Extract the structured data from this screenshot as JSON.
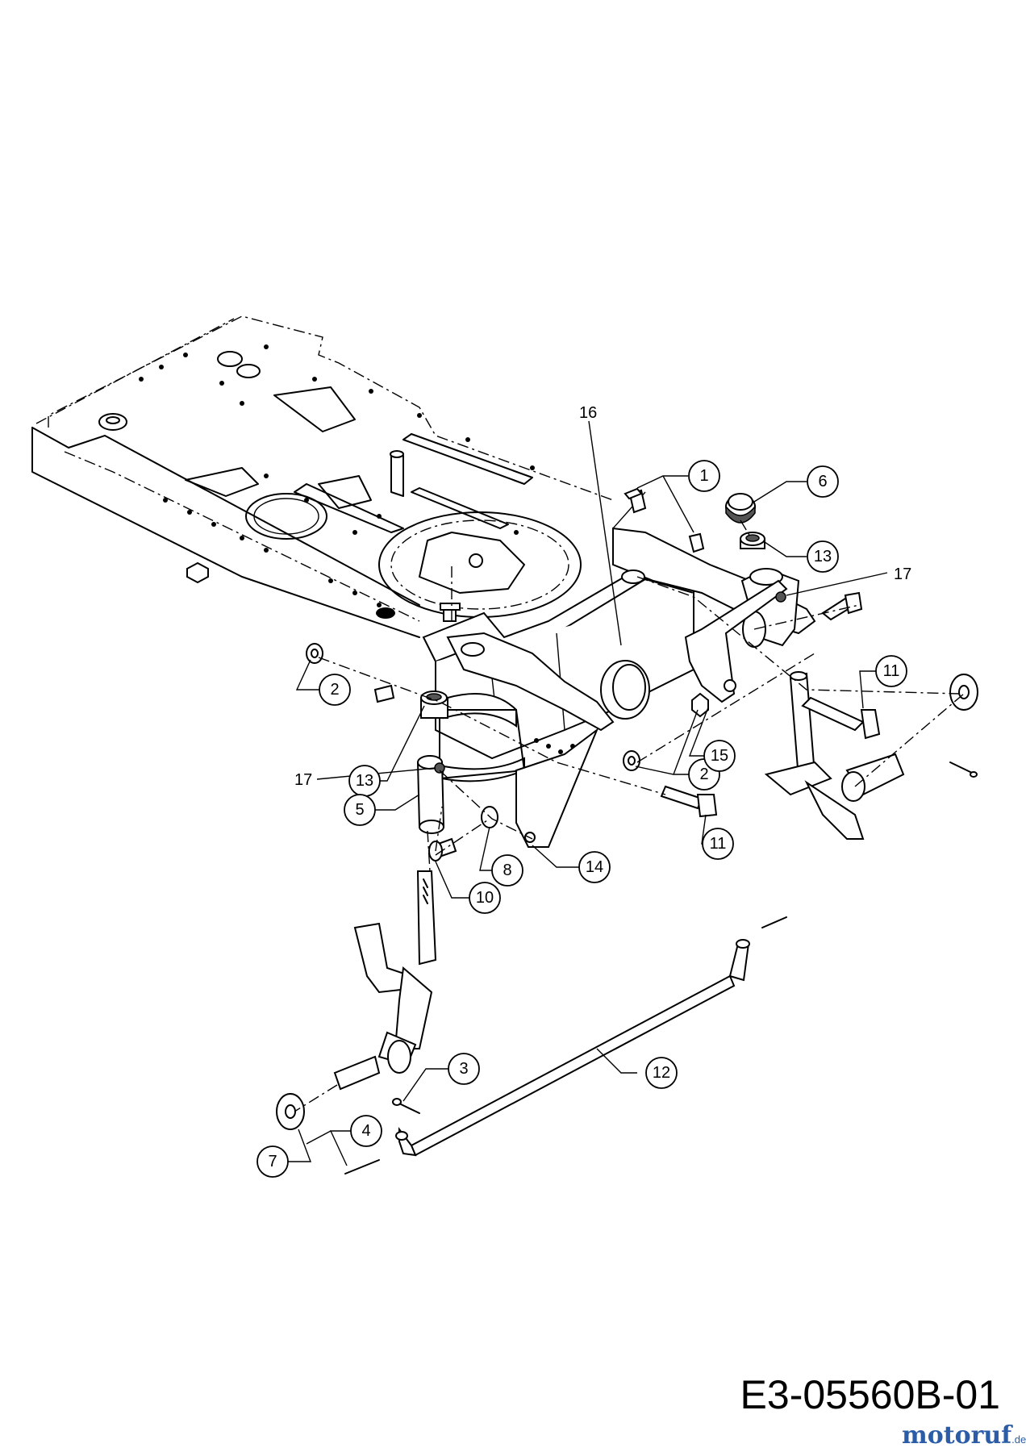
{
  "diagram": {
    "code": "E3-05560B-01",
    "brand": "motoruf",
    "brand_suffix": ".de"
  },
  "callouts": [
    {
      "id": "c1",
      "number": "1"
    },
    {
      "id": "c6",
      "number": "6"
    },
    {
      "id": "c13a",
      "number": "13"
    },
    {
      "id": "c17a",
      "number": "17"
    },
    {
      "id": "c16",
      "number": "16"
    },
    {
      "id": "c2a",
      "number": "2"
    },
    {
      "id": "c11a",
      "number": "11"
    },
    {
      "id": "c13b",
      "number": "13"
    },
    {
      "id": "c17b",
      "number": "17"
    },
    {
      "id": "c2b",
      "number": "2"
    },
    {
      "id": "c15",
      "number": "15"
    },
    {
      "id": "c5",
      "number": "5"
    },
    {
      "id": "c11b",
      "number": "11"
    },
    {
      "id": "c8",
      "number": "8"
    },
    {
      "id": "c14",
      "number": "14"
    },
    {
      "id": "c10",
      "number": "10"
    },
    {
      "id": "c3",
      "number": "3"
    },
    {
      "id": "c12",
      "number": "12"
    },
    {
      "id": "c4",
      "number": "4"
    },
    {
      "id": "c7",
      "number": "7"
    }
  ]
}
